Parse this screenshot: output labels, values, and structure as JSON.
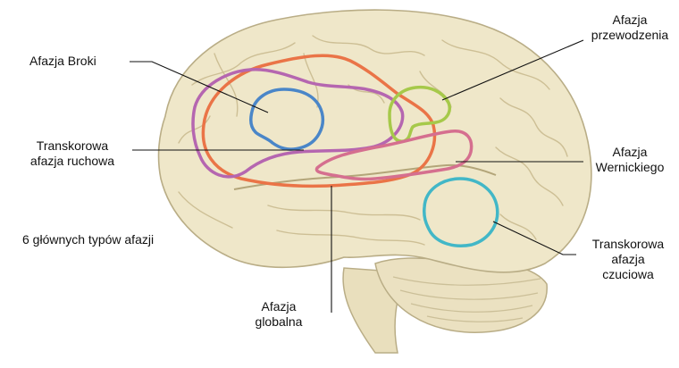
{
  "labels": {
    "broca": "Afazja Broki",
    "transcortical_motor_1": "Transkorowa",
    "transcortical_motor_2": "afazja ruchowa",
    "conduction_1": "Afazja",
    "conduction_2": "przewodzenia",
    "wernicke_1": "Afazja",
    "wernicke_2": "Wernickiego",
    "transcortical_sensory_1": "Transkorowa",
    "transcortical_sensory_2": "afazja",
    "transcortical_sensory_3": "czuciowa",
    "global_1": "Afazja",
    "global_2": "globalna",
    "caption": "6 głównych typów afazji"
  },
  "colors": {
    "brain_fill": "#efe7c9",
    "brain_stroke": "#b9ad86",
    "broca_outline": "#4a86c8",
    "transcortical_motor_outline": "#b566b0",
    "conduction_outline": "#a6c94a",
    "wernicke_outline": "#d56f8f",
    "global_outline": "#ea7447",
    "transcortical_sensory_outline": "#42b7c7",
    "leader_line": "#111111"
  }
}
